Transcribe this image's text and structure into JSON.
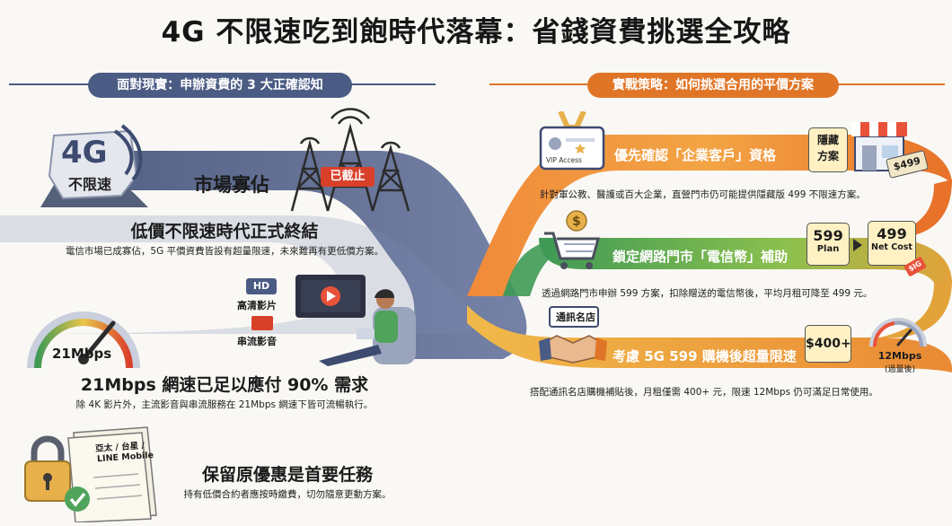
{
  "title": "4G 不限速吃到飽時代落幕：省錢資費挑選全攻略",
  "left_header": "面對現實：申辦資費的 3 大正確認知",
  "right_header": "實戰策略：如何挑選合用的平價方案",
  "left": {
    "badge_4g": "4G",
    "badge_unlimited": "不限速",
    "market_label": "市場寡佔",
    "stopped_sign": "已截止",
    "item1_heading": "低價不限速時代正式終結",
    "item1_desc": "電信市場已成寡佔，5G 平價資費皆設有超量限速，未來難再有更低價方案。",
    "gauge_label": "21Mbps",
    "hd_badge": "HD",
    "hd_label": "高清影片",
    "stream_label": "串流影音",
    "item2_heading": "21Mbps 網速已足以應付 90% 需求",
    "item2_desc": "除 4K 影片外，主流影音與串流服務在 21Mbps 網速下皆可流暢執行。",
    "doc_text_1": "亞太 / 台星 /",
    "doc_text_2": "LINE Mobile",
    "item3_heading": "保留原優惠是首要任務",
    "item3_desc": "持有低價合約者應按時繳費，切勿隨意更動方案。"
  },
  "right": {
    "vip_label": "VIP Access",
    "band1_text": "優先確認「企業客戶」資格",
    "hidden_tag": "隱藏\n方案",
    "price_499_tag": "$499",
    "band1_note": "針對軍公教、醫護或百大企業，直營門市仍可能提供隱藏版 499 不限速方案。",
    "band2_text": "鎖定網路門市「電信幣」補助",
    "plan599_value": "599",
    "plan599_label": "Plan",
    "net499_value": "499",
    "net499_label": "Net Cost",
    "coin_tag": "$IG",
    "band2_note": "透過網路門市申辦 599 方案，扣除贈送的電信幣後，平均月租可降至 499 元。",
    "shop_sign": "通訊名店",
    "band3_text": "考慮 5G 599 購機後超量限速",
    "price_400_tag": "$400+",
    "gauge12_value": "12Mbps",
    "gauge12_label": "(過量後)",
    "band3_note": "搭配通訊名店購機補貼後，月租僅需 400+ 元，限速 12Mbps 仍可滿足日常使用。"
  },
  "colors": {
    "navy": "#4a5b84",
    "orange": "#e07527",
    "green": "#4fa35a",
    "gold": "#e7b04a"
  }
}
